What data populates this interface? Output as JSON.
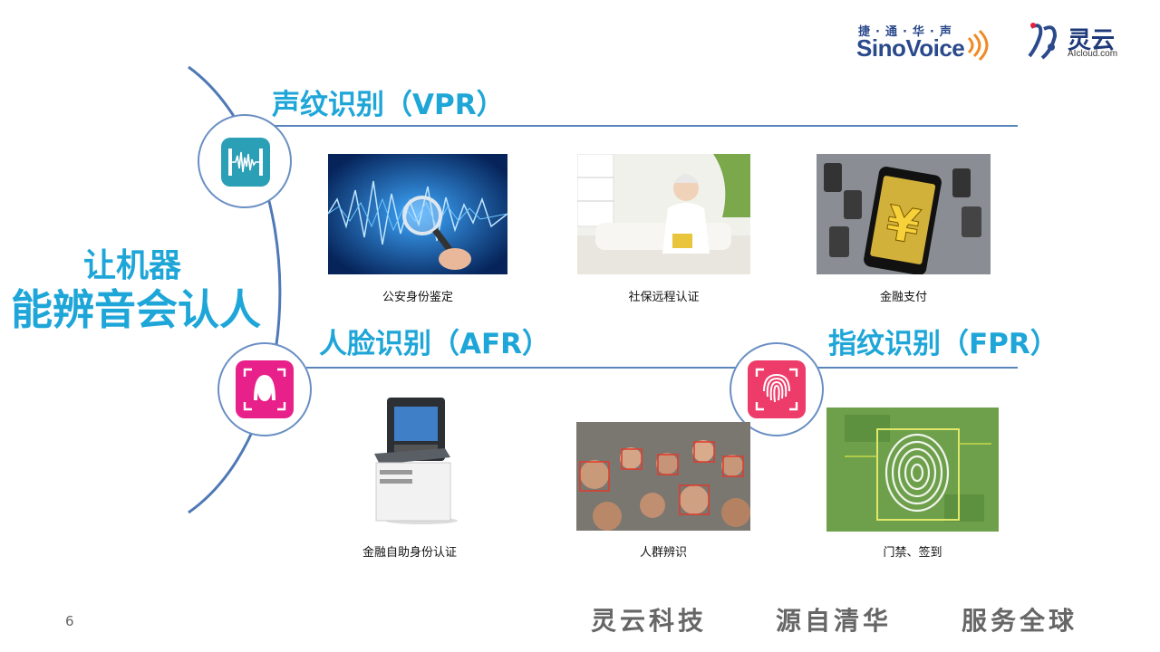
{
  "brand": {
    "sinovoice_cn": "捷·通·华·声",
    "sinovoice_en": "SinoVoice",
    "lingyun_cn": "灵云",
    "lingyun_en": "AIcloud.com"
  },
  "left_title": {
    "line1": "让机器",
    "line2": "能辨音会认人"
  },
  "sections": {
    "vpr": {
      "title": "声纹识别（VPR）",
      "icon": "voiceprint-waveform-icon",
      "color": "#2a9fb5"
    },
    "afr": {
      "title": "人脸识别（AFR）",
      "icon": "face-icon",
      "color": "#e8208a"
    },
    "fpr": {
      "title": "指纹识别（FPR）",
      "icon": "fingerprint-icon",
      "color": "#ee3c6a"
    }
  },
  "images": {
    "img1": {
      "caption": "公安身份鉴定",
      "scene": "blue-soundwave-magnifier"
    },
    "img2": {
      "caption": "社保远程认证",
      "scene": "elderly-woman-on-phone"
    },
    "img3": {
      "caption": "金融支付",
      "scene": "phone-yen-payment"
    },
    "img4": {
      "caption": "金融自助身份认证",
      "scene": "self-service-kiosk"
    },
    "img5": {
      "caption": "人群辨识",
      "scene": "crowd-face-detection"
    },
    "img6": {
      "caption": "门禁、签到",
      "scene": "green-fingerprint-scan"
    }
  },
  "footer": {
    "page_number": "6",
    "slogan1": "灵云科技",
    "slogan2": "源自清华",
    "slogan3": "服务全球"
  },
  "colors": {
    "heading": "#1ea6d8",
    "line": "#5a86bd",
    "arc": "#4f79b6"
  }
}
